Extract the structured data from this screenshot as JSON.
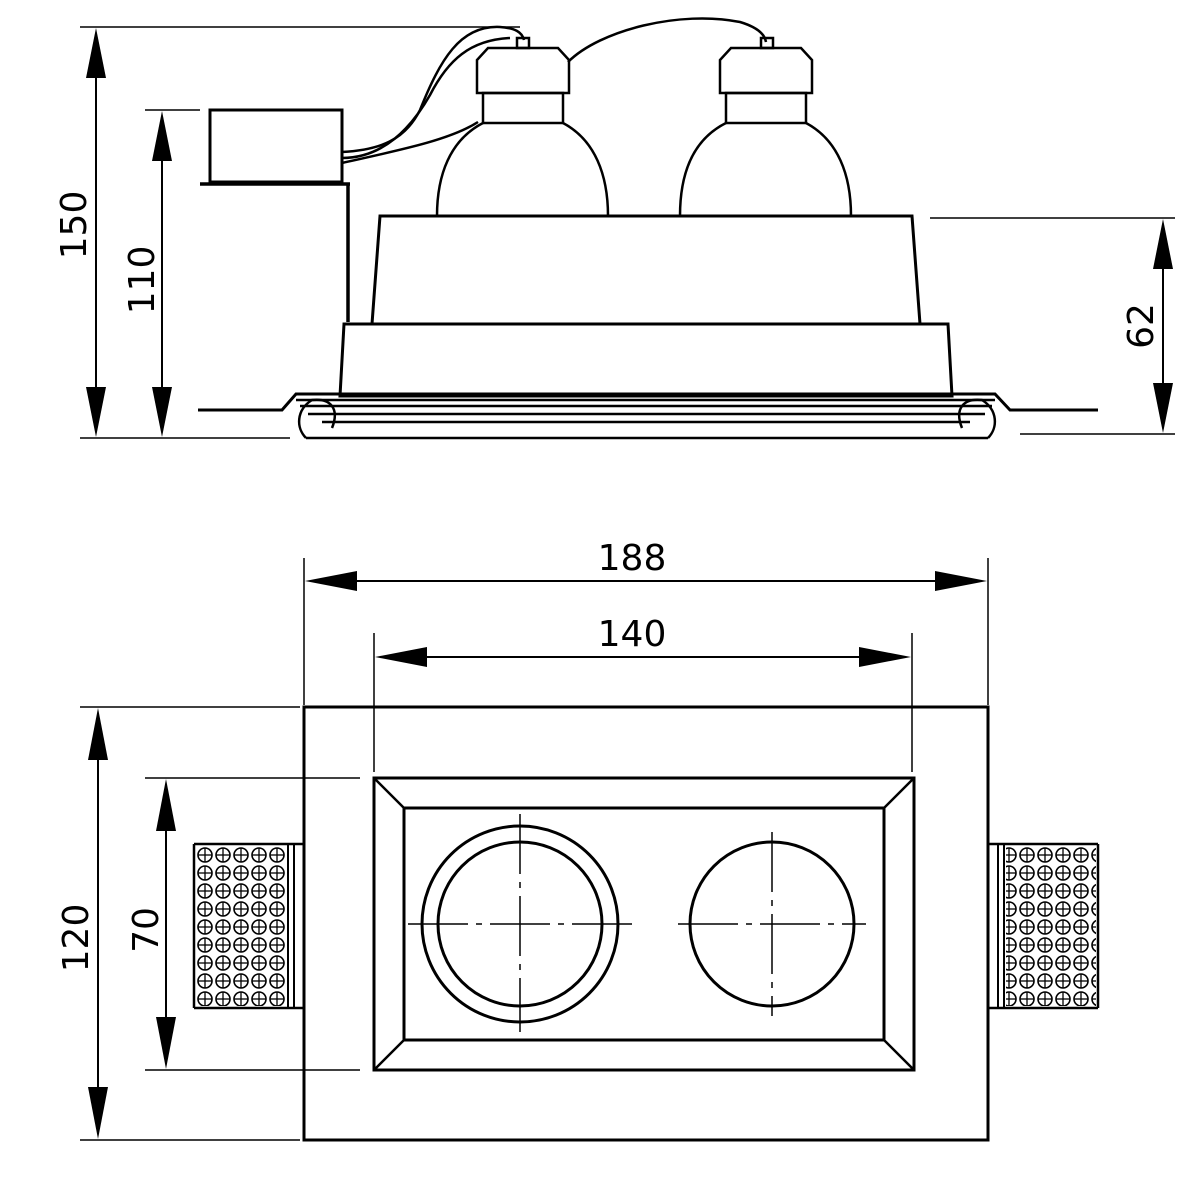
{
  "dimensions": {
    "side_view": {
      "total_height": "150",
      "box_height": "110",
      "body_height": "62"
    },
    "top_view": {
      "outer_width": "188",
      "inner_width": "140",
      "outer_height": "120",
      "inner_height": "70"
    }
  }
}
